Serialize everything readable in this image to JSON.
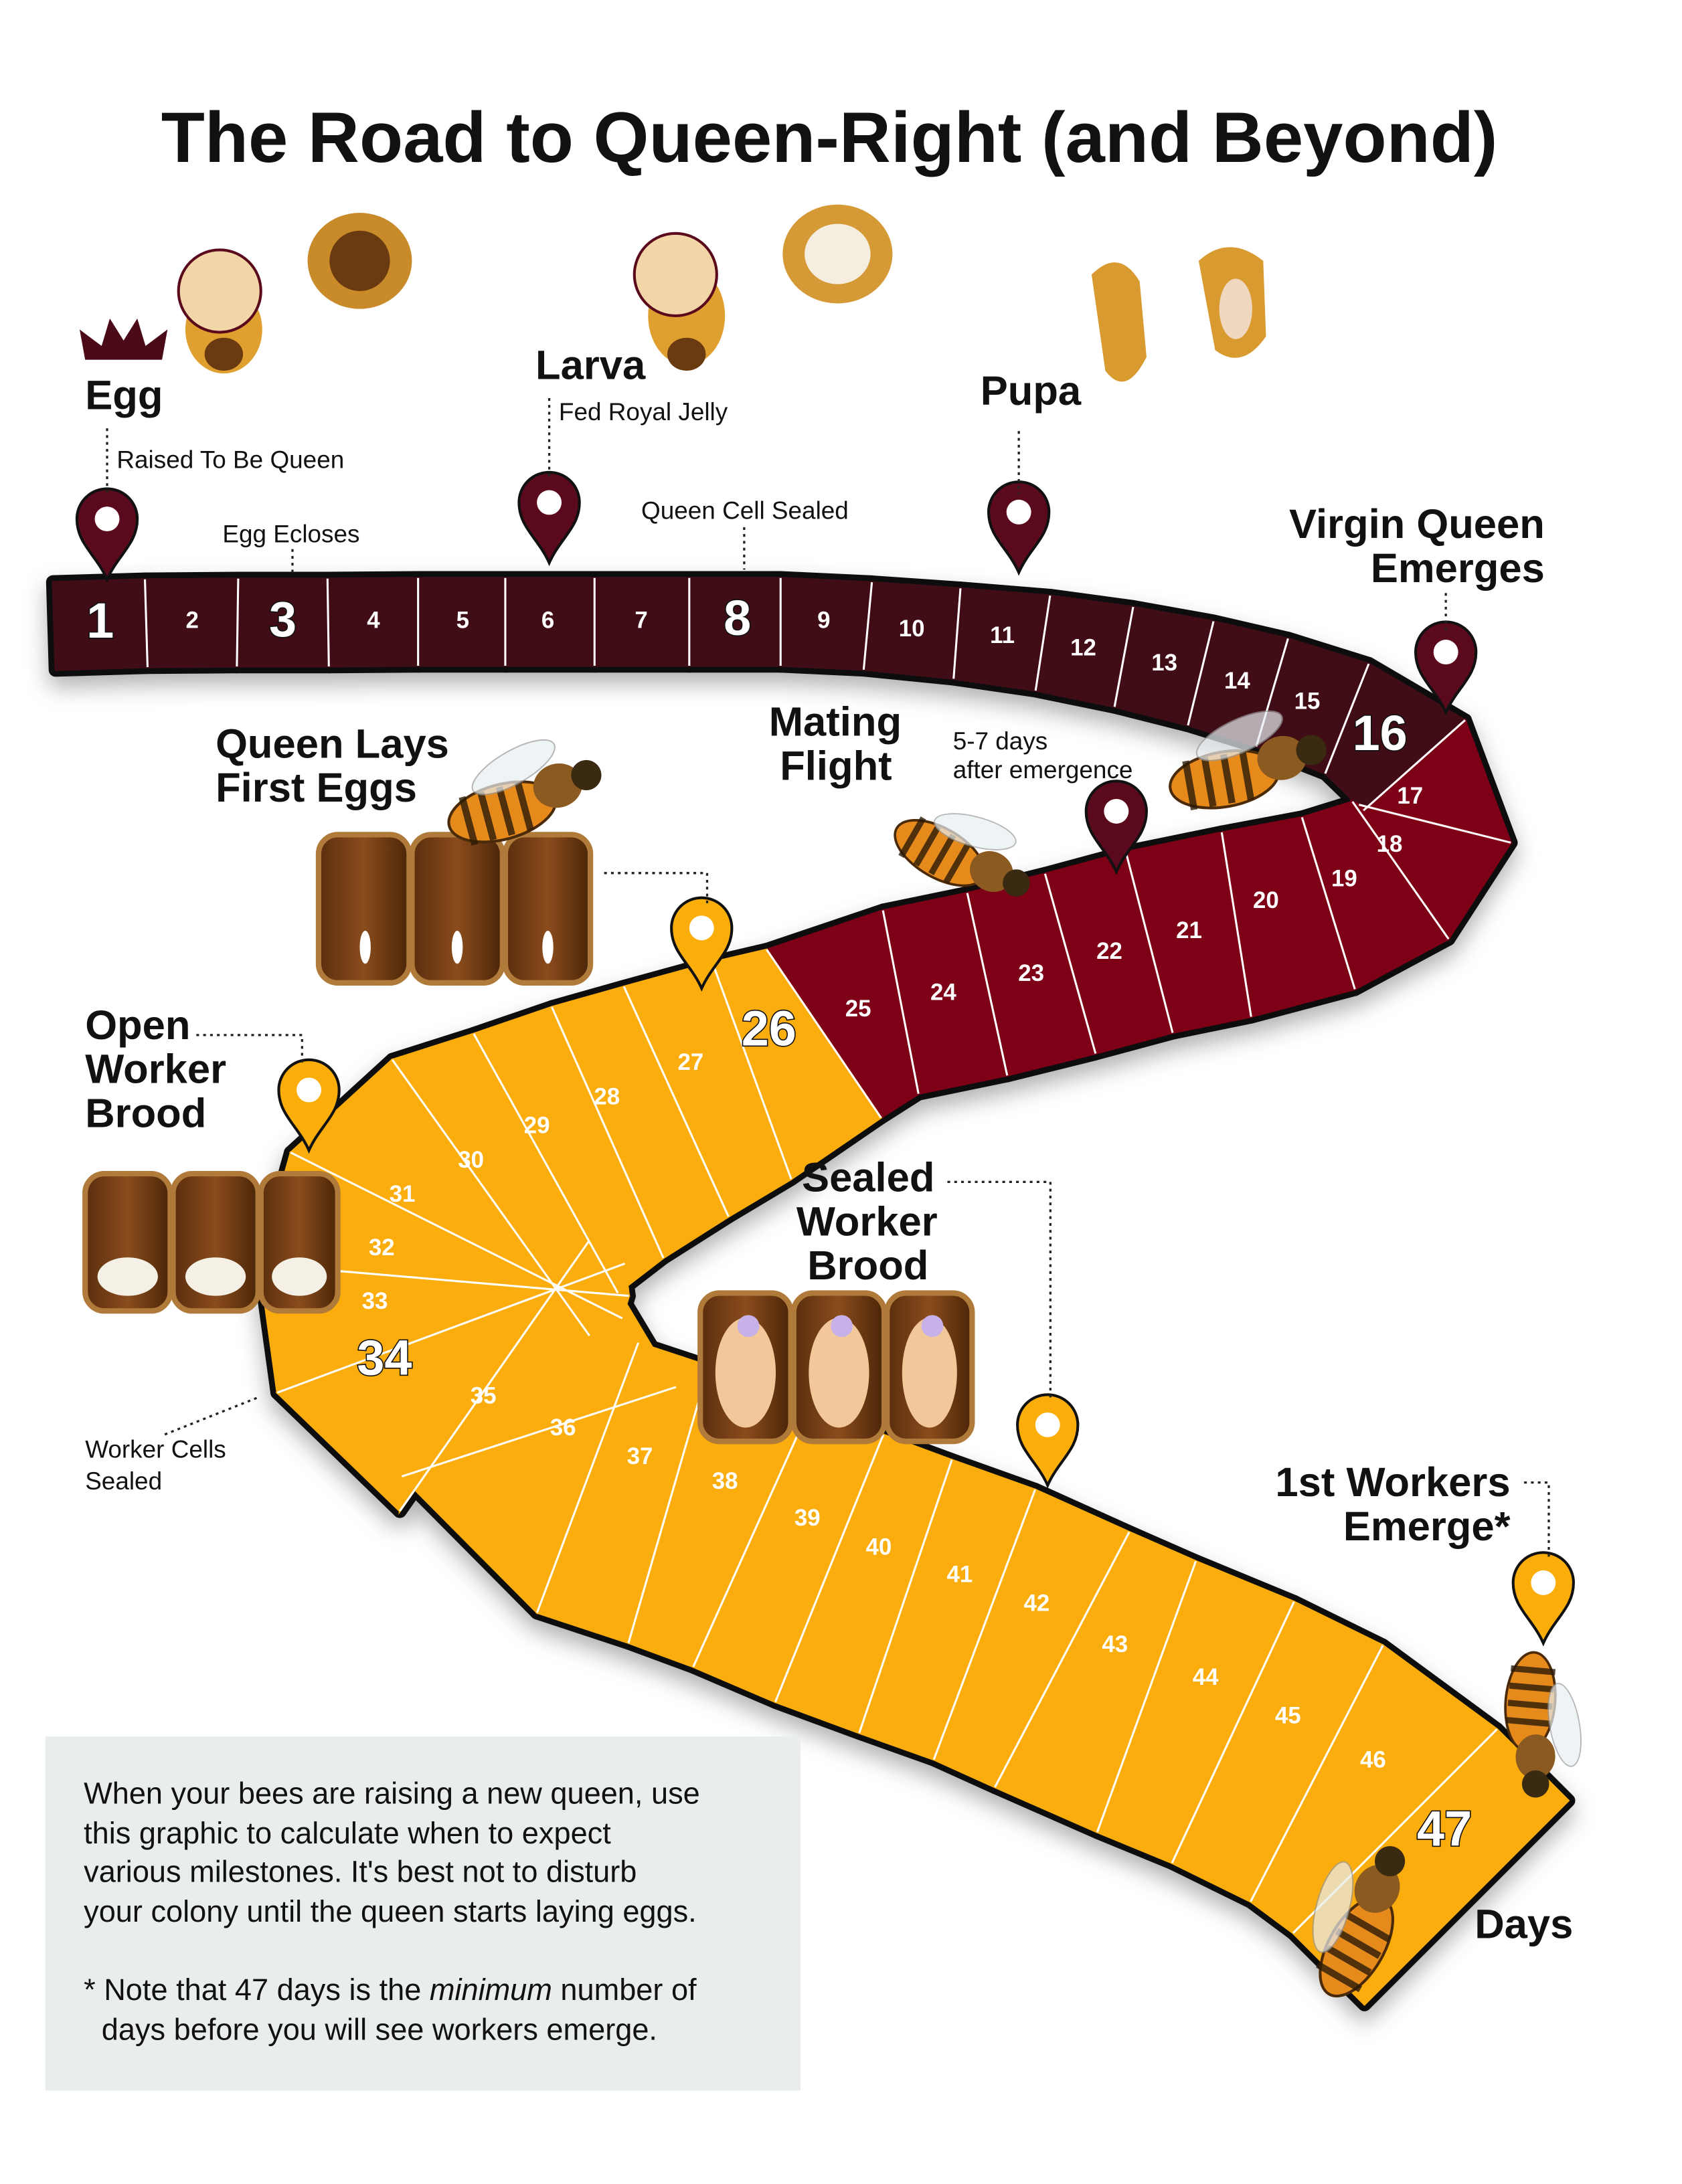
{
  "title": "The Road to Queen-Right (and Beyond)",
  "milestones": {
    "egg": "Egg",
    "raised": "Raised To Be Queen",
    "ecloses": "Egg Ecloses",
    "larva": "Larva",
    "fed": "Fed Royal Jelly",
    "sealed_cell": "Queen Cell Sealed",
    "pupa": "Pupa",
    "virgin_1": "Virgin Queen",
    "virgin_2": "Emerges",
    "lays_1": "Queen Lays",
    "lays_2": "First Eggs",
    "mating_1": "Mating",
    "mating_2": "Flight",
    "mating_note_1": "5-7 days",
    "mating_note_2": "after emergence",
    "open_1": "Open",
    "open_2": "Worker",
    "open_3": "Brood",
    "wcs_1": "Worker Cells",
    "wcs_2": "Sealed",
    "swb_1": "Sealed",
    "swb_2": "Worker",
    "swb_3": "Brood",
    "first_1": "1st Workers",
    "first_2": "Emerge*",
    "days": "Days"
  },
  "road": {
    "days": [
      1,
      2,
      3,
      4,
      5,
      6,
      7,
      8,
      9,
      10,
      11,
      12,
      13,
      14,
      15,
      16,
      17,
      18,
      19,
      20,
      21,
      22,
      23,
      24,
      25,
      26,
      27,
      28,
      29,
      30,
      31,
      32,
      33,
      34,
      35,
      36,
      37,
      38,
      39,
      40,
      41,
      42,
      43,
      44,
      45,
      46,
      47
    ],
    "highlight_days": [
      1,
      3,
      8,
      16,
      26,
      34,
      47
    ],
    "colors": {
      "queen_development": "#3f0a17",
      "mating": "#7d0013",
      "worker_brood": "#fbad0a",
      "pin_dark": "#5a0a1c",
      "pin_yellow": "#fbad0a"
    }
  },
  "info_box": {
    "lines": [
      "When your bees are raising a new queen, use",
      "this graphic to calculate when to expect",
      "various milestones. It's best not to disturb",
      "your colony until the queen starts laying eggs."
    ],
    "note_pre": "* Note that 47 days is the ",
    "note_em": "minimum",
    "note_post": " number of",
    "note_line2": "days before you will see workers emerge."
  }
}
